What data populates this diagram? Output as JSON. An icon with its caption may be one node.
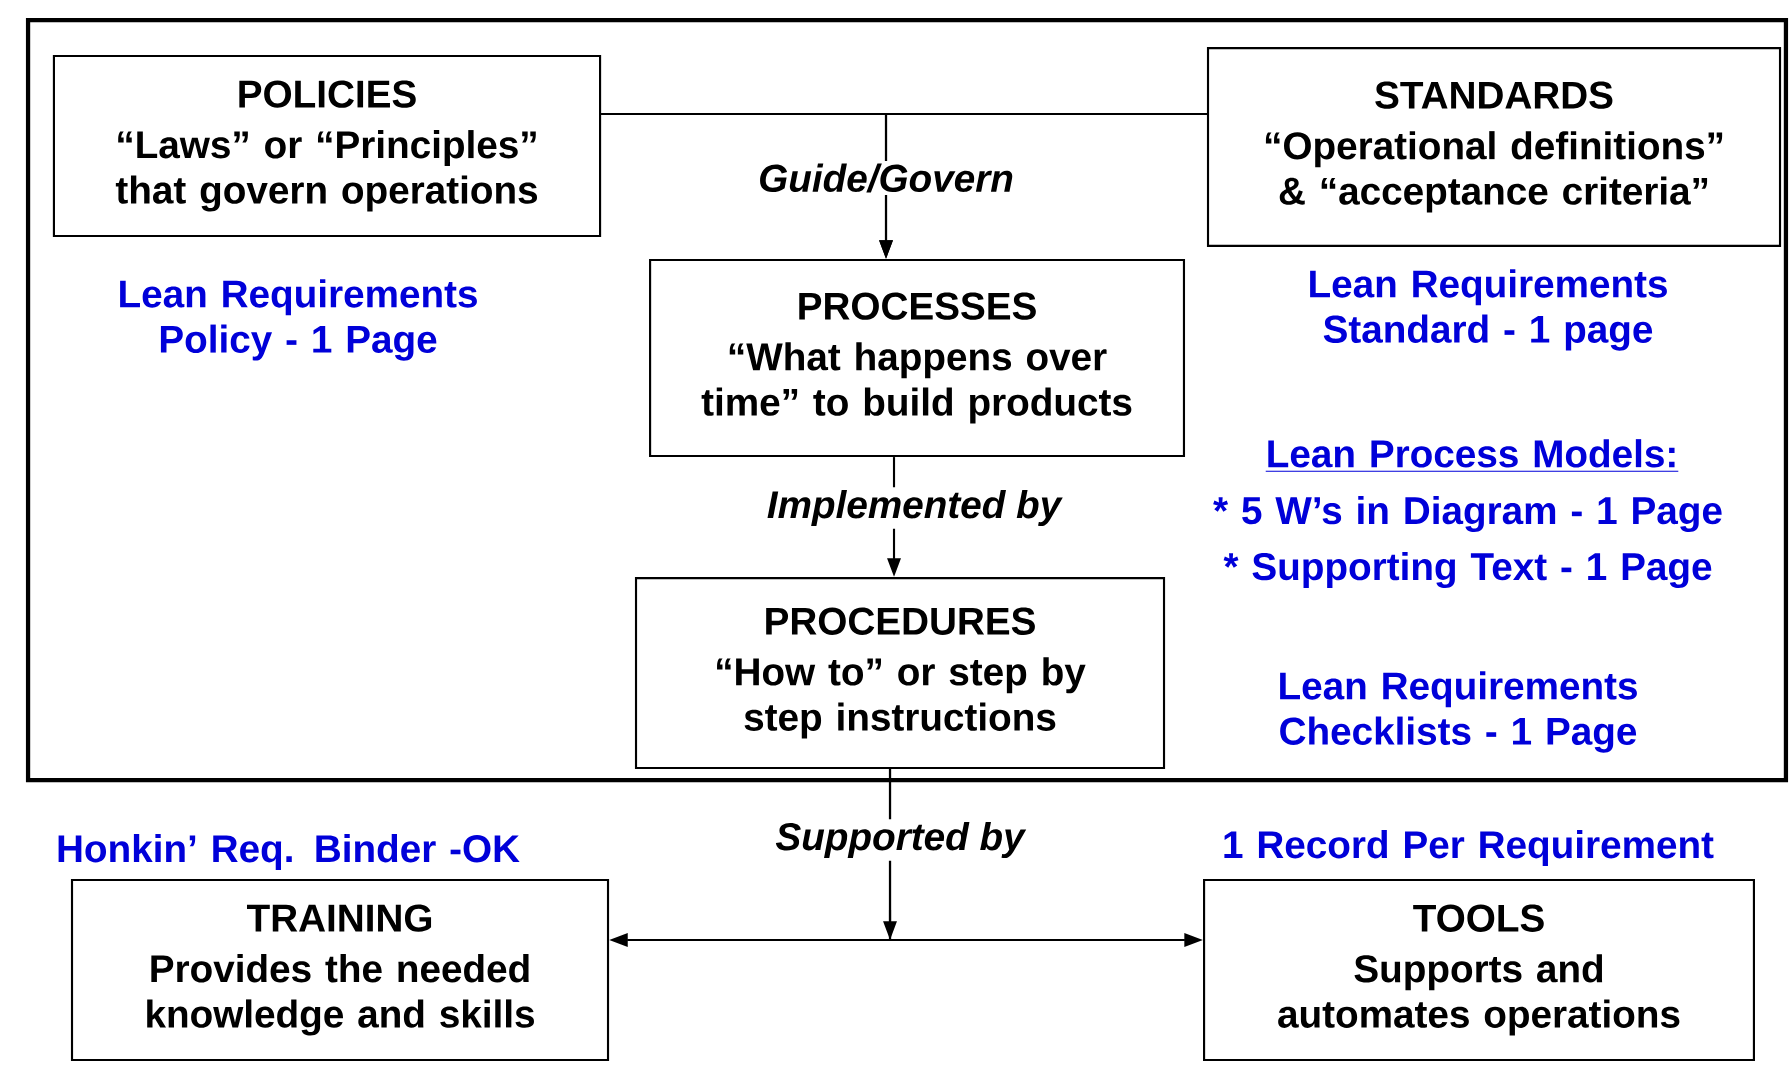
{
  "diagram": {
    "nodes": [
      {
        "text": [],
        "shape": "box"
      },
      {
        "text": [
          "POLICIES",
          "“Laws” or “Principles” that govern operations"
        ],
        "in": 0,
        "beside": [
          "Lean Requirements Policy - 1 Page"
        ]
      },
      {
        "text": [
          "STANDARDS",
          "“Operational definitions” & “acceptance criteria”"
        ],
        "in": 0,
        "beside": [
          "Lean Requirements Standard - 1 page"
        ]
      },
      {
        "text": [
          "PROCESSES",
          "“What happens over time” to build products"
        ],
        "in": 0,
        "beside": [
          "Lean Process Models:",
          "* 5 W’s in Diagram - 1 Page",
          "* Supporting Text - 1 Page"
        ]
      },
      {
        "text": [
          "PROCEDURES",
          "“How to” or step by step instructions"
        ],
        "in": 0,
        "beside": [
          "Lean Requirements Checklists - 1 Page"
        ]
      },
      {
        "text": [
          "TRAINING",
          "Provides the needed knowledge and skills"
        ],
        "beside": [
          "Honkin’ Req. Binder -OK"
        ]
      },
      {
        "text": [
          "TOOLS",
          "Supports and automates operations"
        ],
        "beside": [
          "1 Record Per Requirement"
        ]
      }
    ],
    "edges": [
      {
        "from": 1,
        "to": 2,
        "arrow": "none"
      },
      {
        "from": 1,
        "to": 3,
        "arrow": "to",
        "label": "Guide/Govern"
      },
      {
        "from": 2,
        "to": 3,
        "arrow": "to"
      },
      {
        "from": 3,
        "to": 4,
        "arrow": "to",
        "label": "Implemented by"
      },
      {
        "from": 4,
        "to": 5,
        "arrow": "to",
        "label": "Supported by"
      },
      {
        "from": 4,
        "to": 6,
        "arrow": "to"
      }
    ]
  }
}
